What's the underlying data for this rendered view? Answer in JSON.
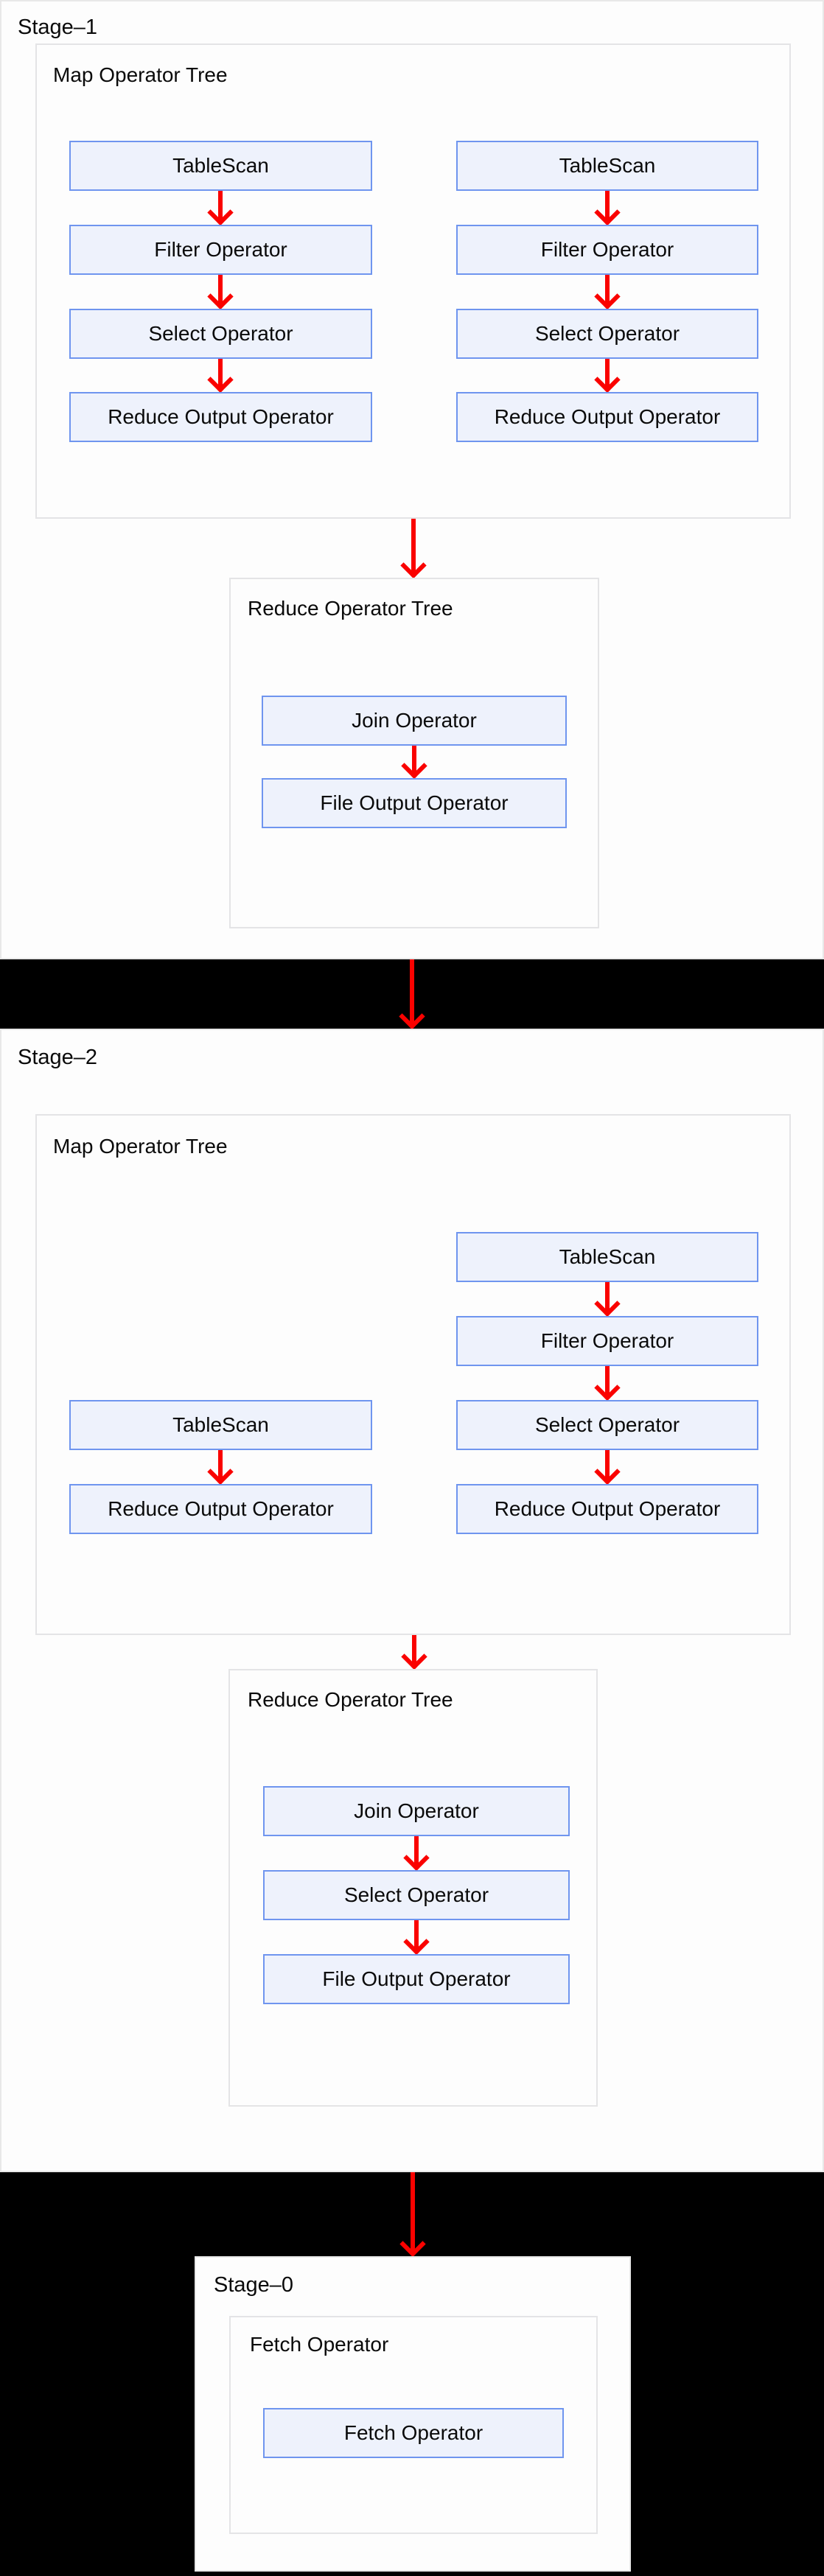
{
  "diagram": {
    "kind": "query-plan-stage-graph",
    "colors": {
      "operator_box_fill": "#eef2fc",
      "operator_box_border": "#6f95ef",
      "arrow": "#fa0200",
      "stage_gap_background": "#000000",
      "panel_border": "#e4e4e6",
      "card_background": "#fdfdfd"
    }
  },
  "stage1": {
    "title": "Stage–1",
    "map_tree": {
      "title": "Map Operator Tree",
      "left_column": [
        "TableScan",
        "Filter Operator",
        "Select Operator",
        "Reduce Output Operator"
      ],
      "right_column": [
        "TableScan",
        "Filter Operator",
        "Select Operator",
        "Reduce Output Operator"
      ]
    },
    "reduce_tree": {
      "title": "Reduce Operator Tree",
      "operators": [
        "Join Operator",
        "File Output Operator"
      ]
    }
  },
  "stage2": {
    "title": "Stage–2",
    "map_tree": {
      "title": "Map Operator Tree",
      "left_column": [
        "TableScan",
        "Reduce Output Operator"
      ],
      "right_column": [
        "TableScan",
        "Filter Operator",
        "Select Operator",
        "Reduce Output Operator"
      ]
    },
    "reduce_tree": {
      "title": "Reduce Operator Tree",
      "operators": [
        "Join Operator",
        "Select Operator",
        "File Output Operator"
      ]
    }
  },
  "stage0": {
    "title": "Stage–0",
    "fetch_tree": {
      "title": "Fetch Operator",
      "operators": [
        "Fetch Operator"
      ]
    }
  }
}
